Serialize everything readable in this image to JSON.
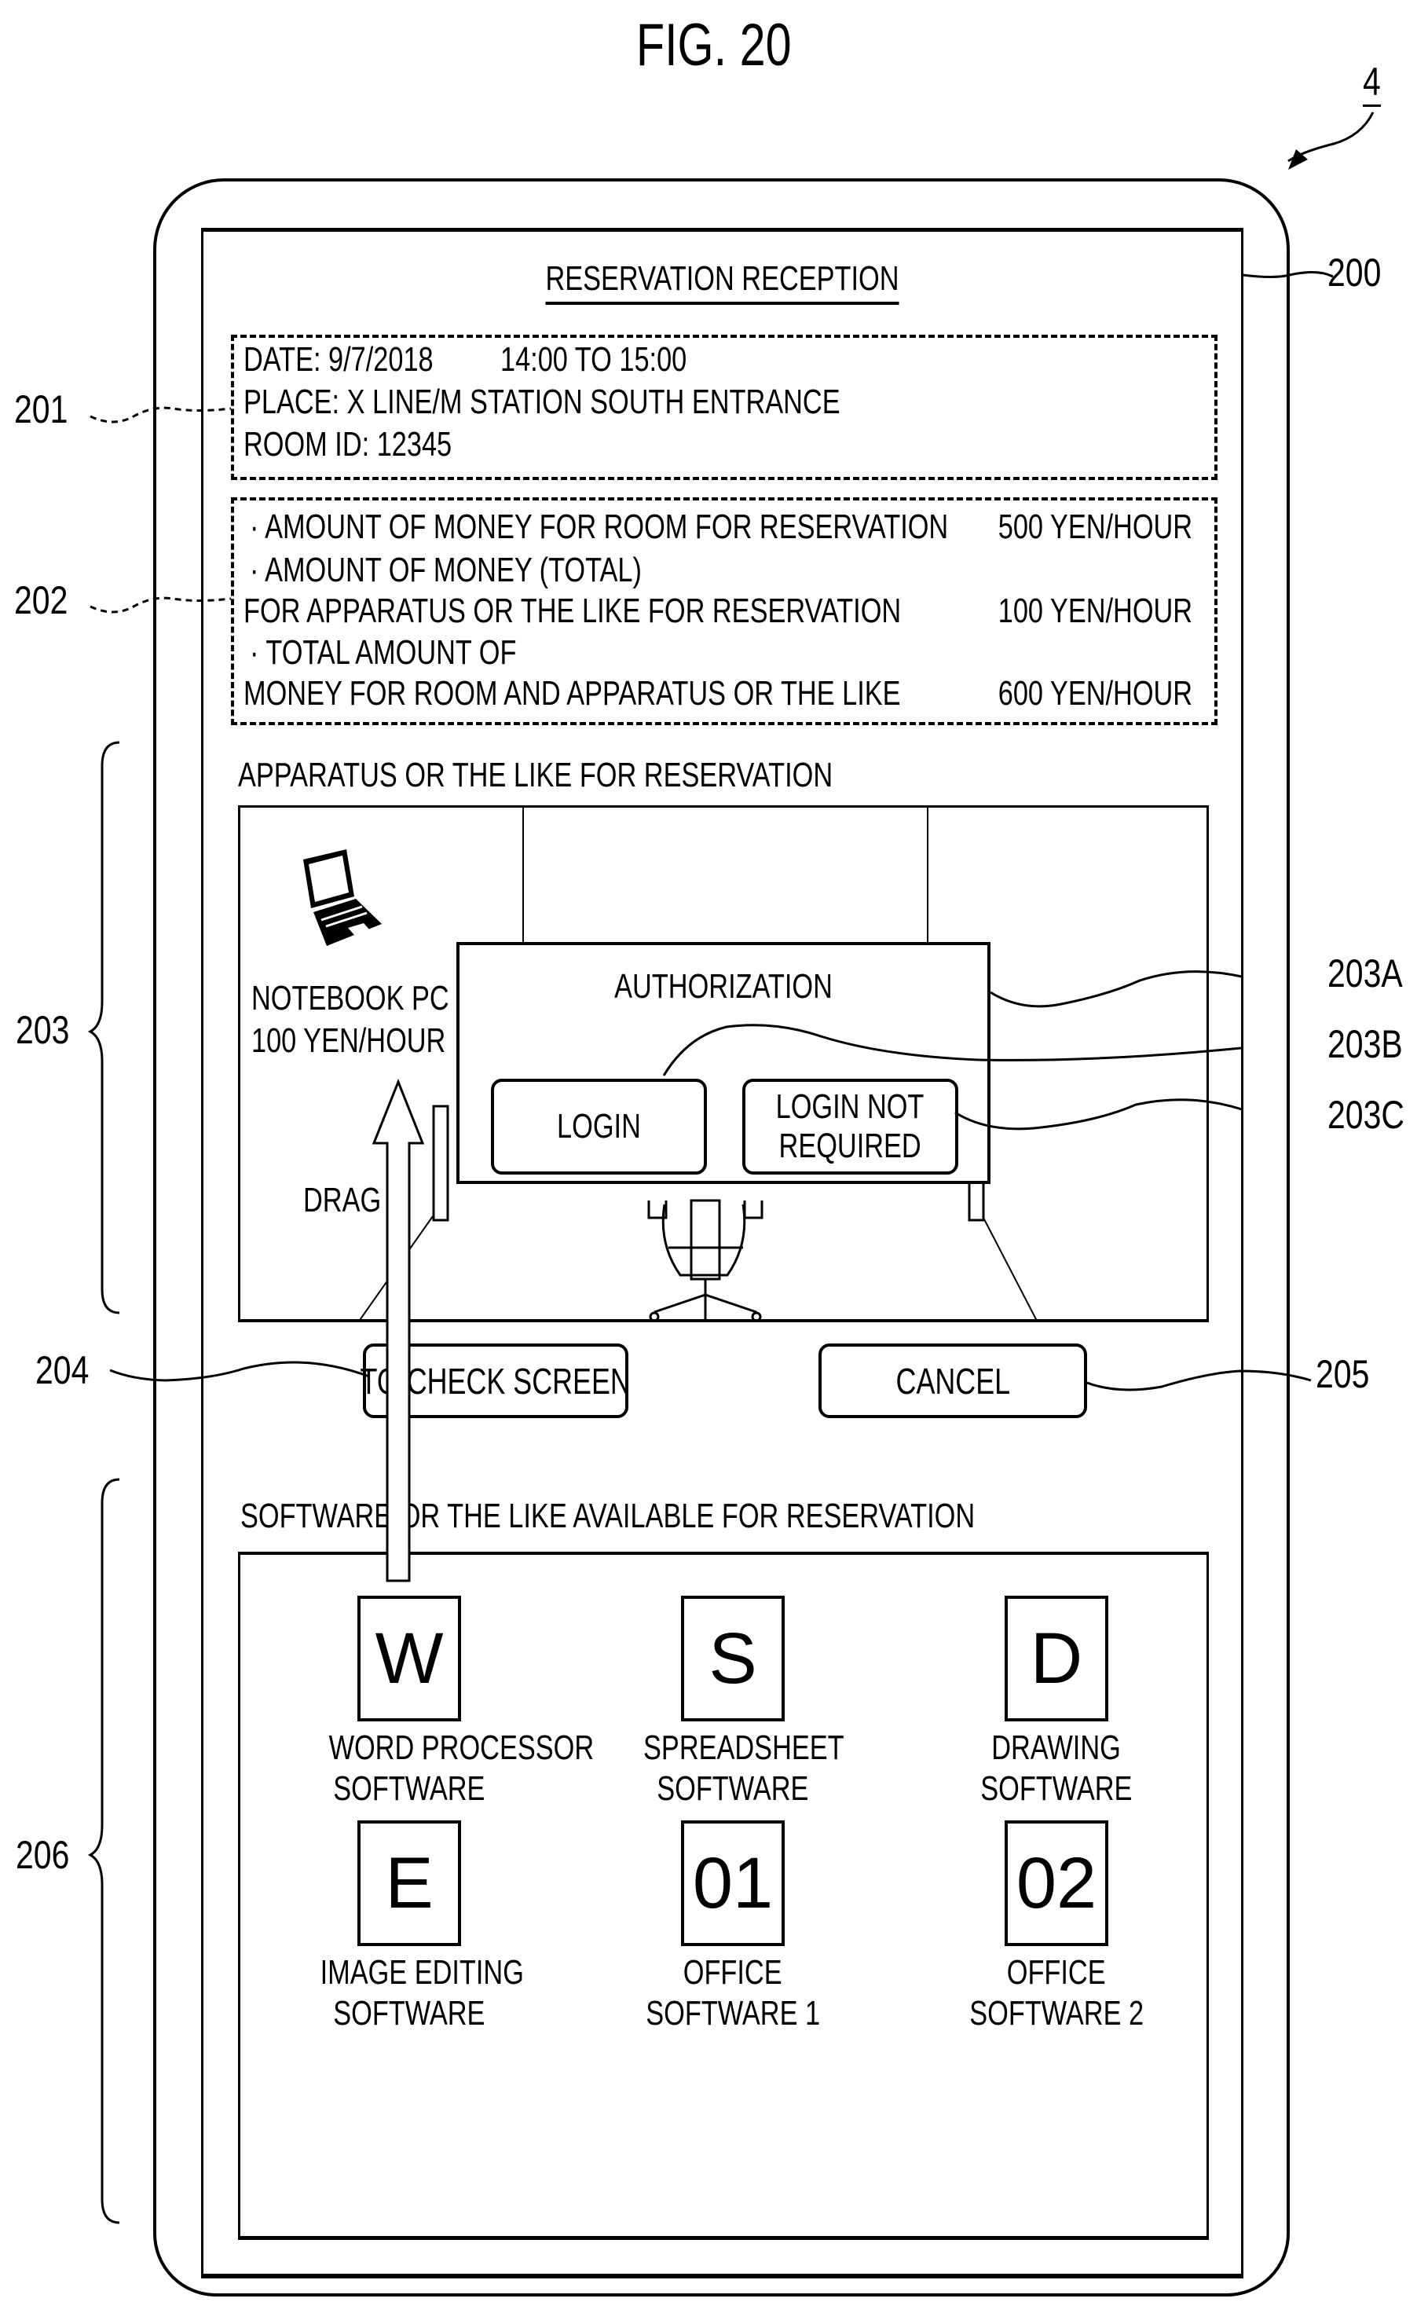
{
  "figure": {
    "title": "FIG. 20",
    "device_ref": "4"
  },
  "references": {
    "screen": "200",
    "reservation_info": "201",
    "price_info": "202",
    "apparatus_section": "203",
    "auth_dialog": "203A",
    "login_button": "203B",
    "login_not_required_button": "203C",
    "to_check_screen_button": "204",
    "cancel_button": "205",
    "software_section": "206"
  },
  "screen": {
    "title": "RESERVATION RECEPTION",
    "reservation_info": {
      "date_label": "DATE: 9/7/2018",
      "time_range": "14:00 TO 15:00",
      "place": "PLACE: X LINE/M STATION SOUTH ENTRANCE",
      "room_id": "ROOM ID: 12345"
    },
    "prices": {
      "room_label": "· AMOUNT OF MONEY FOR ROOM FOR RESERVATION",
      "room_value": "500 YEN/HOUR",
      "apparatus_label_line1": "· AMOUNT OF MONEY (TOTAL)",
      "apparatus_label_line2": "FOR APPARATUS OR THE LIKE FOR RESERVATION",
      "apparatus_value": "100 YEN/HOUR",
      "total_label_line1": "· TOTAL AMOUNT OF",
      "total_label_line2": "MONEY FOR ROOM AND APPARATUS OR THE LIKE",
      "total_value": "600 YEN/HOUR"
    },
    "apparatus": {
      "section_label": "APPARATUS OR THE LIKE FOR RESERVATION",
      "item_name": "NOTEBOOK PC",
      "item_price": "100 YEN/HOUR",
      "item_icon": "laptop-icon",
      "drag_label": "DRAG"
    },
    "auth_dialog": {
      "title": "AUTHORIZATION",
      "login_label": "LOGIN",
      "login_not_required_line1": "LOGIN NOT",
      "login_not_required_line2": "REQUIRED"
    },
    "buttons": {
      "to_check_screen": "TO CHECK SCREEN",
      "cancel": "CANCEL"
    },
    "software": {
      "section_label": "SOFTWARE OR THE LIKE AVAILABLE FOR RESERVATION",
      "items": [
        {
          "glyph": "W",
          "line1": "WORD PROCESSOR",
          "line2": "SOFTWARE"
        },
        {
          "glyph": "S",
          "line1": "SPREADSHEET",
          "line2": "SOFTWARE"
        },
        {
          "glyph": "D",
          "line1": "DRAWING",
          "line2": "SOFTWARE"
        },
        {
          "glyph": "E",
          "line1": "IMAGE EDITING",
          "line2": "SOFTWARE"
        },
        {
          "glyph": "01",
          "line1": "OFFICE",
          "line2": "SOFTWARE 1"
        },
        {
          "glyph": "02",
          "line1": "OFFICE",
          "line2": "SOFTWARE 2"
        }
      ]
    }
  }
}
